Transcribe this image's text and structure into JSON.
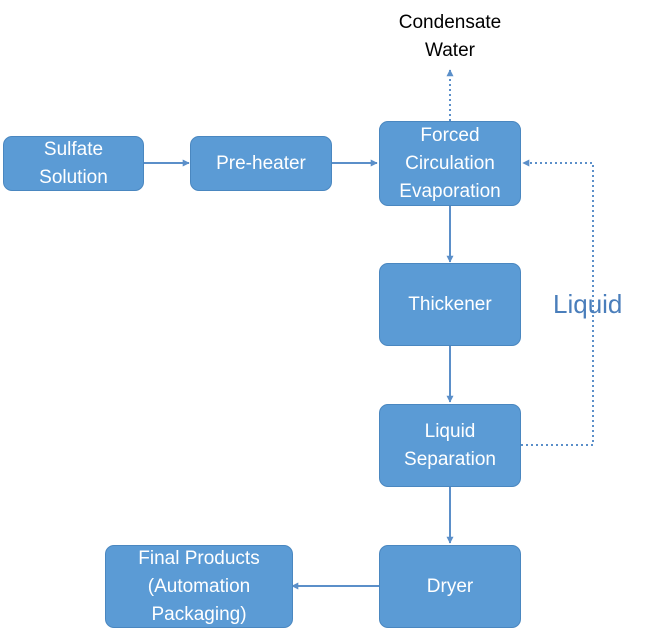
{
  "nodes": {
    "sulfate_solution": [
      "Sulfate",
      "Solution"
    ],
    "preheater": [
      "Pre-heater"
    ],
    "evaporation": [
      "Forced",
      "Circulation",
      "Evaporation"
    ],
    "thickener": [
      "Thickener"
    ],
    "separation": [
      "Liquid",
      "Separation"
    ],
    "dryer": [
      "Dryer"
    ],
    "final_products": [
      "Final Products",
      "(Automation",
      "Packaging)"
    ]
  },
  "labels": {
    "condensate": [
      "Condensate",
      "Water"
    ],
    "liquid_return": "Liquid"
  },
  "colors": {
    "node_fill": "#5b9bd5",
    "arrow": "#5b8fc9",
    "side_label": "#4a7ebb"
  }
}
